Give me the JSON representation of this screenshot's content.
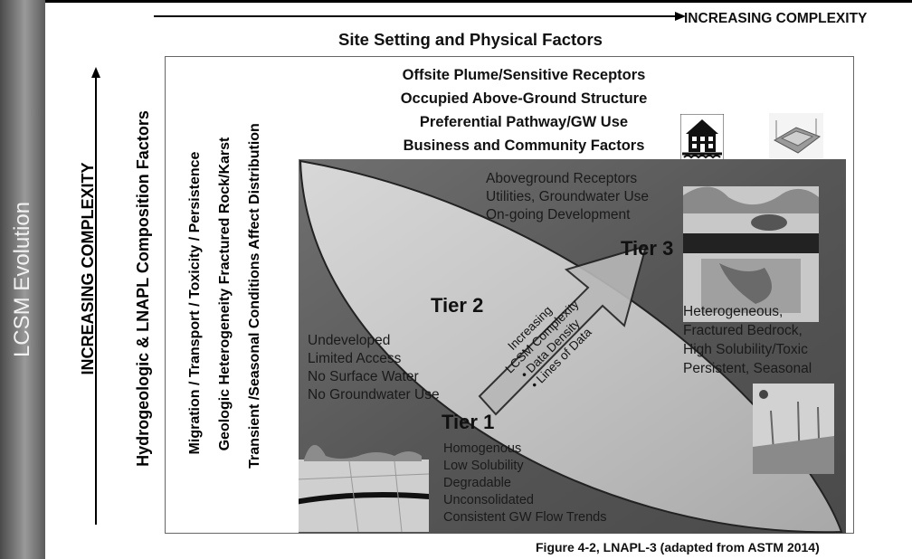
{
  "sidebar": {
    "label": "LCSM Evolution"
  },
  "top_axis": {
    "label": "INCREASING COMPLEXITY",
    "subtitle": "Site Setting and Physical Factors"
  },
  "left_axis": {
    "label": "INCREASING COMPLEXITY",
    "subtitle": "Hydrogeologic & LNAPL Composition Factors"
  },
  "vertical_labels": [
    "Migration / Transport / Toxicity / Persistence",
    "Geologic Heterogeneity Fractured Rock/Karst",
    "Transient /Seasonal Conditions Affect Distribution"
  ],
  "top_factors": [
    "Offsite Plume/Sensitive Receptors",
    "Occupied Above-Ground Structure",
    "Preferential Pathway/GW Use",
    "Business and Community Factors"
  ],
  "tier3_conditions": [
    "Aboveground Receptors",
    "Utilities, Groundwater Use",
    "On-going Development"
  ],
  "tier3_hydro": [
    "Heterogeneous,",
    "Fractured Bedrock,",
    "High Solubility/Toxic",
    "Persistent, Seasonal"
  ],
  "tier1_site": [
    "Undeveloped",
    "Limited Access",
    "No Surface Water",
    "No Groundwater Use"
  ],
  "tier1_hydro": [
    "Homogenous",
    "Low Solubility",
    "Degradable",
    "Unconsolidated",
    "Consistent GW Flow Trends"
  ],
  "tiers": {
    "tier1": "Tier 1",
    "tier2": "Tier 2",
    "tier3": "Tier 3"
  },
  "arrow_text": {
    "line1": "Increasing",
    "line2": "LCSM Complexity",
    "bullet1": "Data Density",
    "bullet2": "Lines of Data"
  },
  "caption": "Figure 4-2, LNAPL-3 (adapted from ASTM 2014)"
}
